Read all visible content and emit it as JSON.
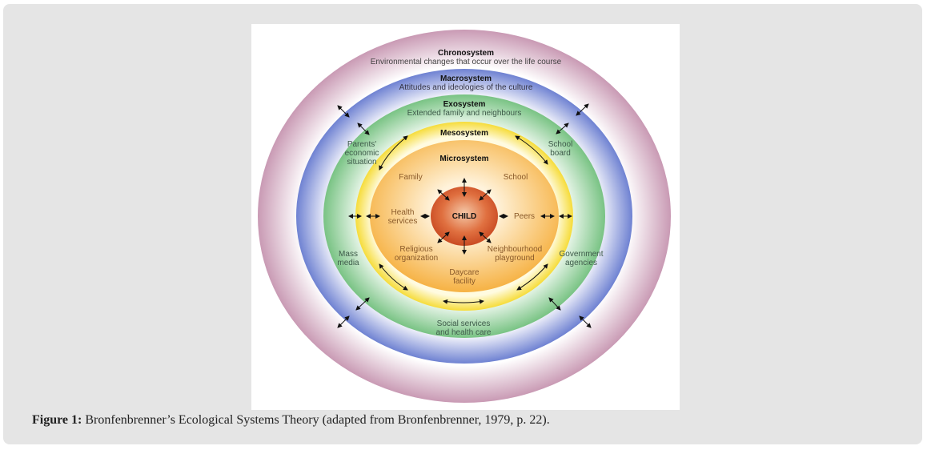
{
  "figure": {
    "systems": {
      "chronosystem": {
        "title": "Chronosystem",
        "desc": "Environmental changes that occur over the life course"
      },
      "macrosystem": {
        "title": "Macrosystem",
        "desc": "Attitudes and ideologies of the culture"
      },
      "exosystem": {
        "title": "Exosystem",
        "desc": "Extended family and neighbours"
      },
      "mesosystem": {
        "title": "Mesosystem"
      },
      "microsystem": {
        "title": "Microsystem"
      }
    },
    "center": "CHILD",
    "micro_items": {
      "family": "Family",
      "school": "School",
      "health1": "Health",
      "health2": "services",
      "peers": "Peers",
      "religious1": "Religious",
      "religious2": "organization",
      "neigh1": "Neighbourhood",
      "neigh2": "playground",
      "daycare1": "Daycare",
      "daycare2": "facility"
    },
    "exo_items": {
      "parents1": "Parents'",
      "parents2": "economic",
      "parents3": "situation",
      "board1": "School",
      "board2": "board",
      "mass1": "Mass",
      "mass2": "media",
      "gov1": "Government",
      "gov2": "agencies",
      "social1": "Social services",
      "social2": "and health care"
    },
    "colors": {
      "chrono": "#c99ab4",
      "macro": "#7d8fd6",
      "exo": "#86c98f",
      "meso": "#f7e04a",
      "micro": "#f6b94a",
      "child": "#d8582c"
    }
  },
  "caption": {
    "label": "Figure 1:",
    "text": " Bronfenbrenner’s Ecological Systems Theory (adapted from Bronfenbrenner, 1979, p. 22)."
  }
}
